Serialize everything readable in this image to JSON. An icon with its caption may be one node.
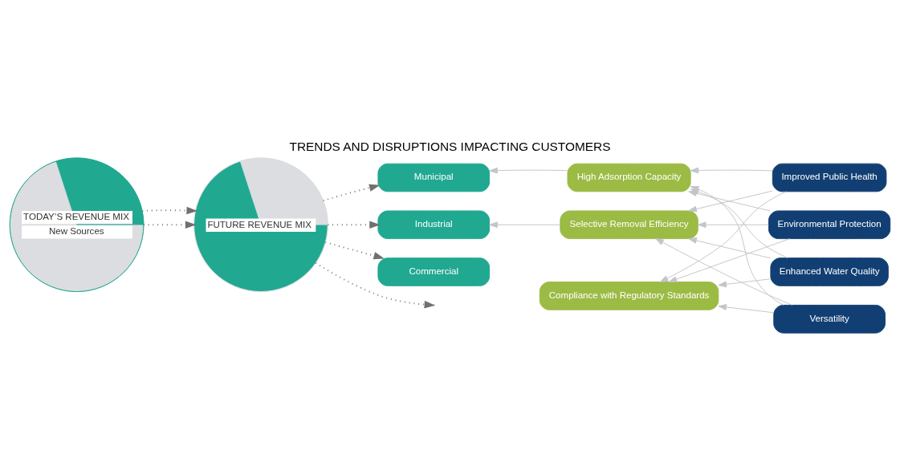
{
  "diagram": {
    "title": "TRENDS AND DISRUPTIONS IMPACTING CUSTOMERS",
    "nodes": [
      {
        "text": [
          "TODAY’S REVENUE MIX",
          "New Sources"
        ]
      },
      {
        "text": [
          "FUTURE REVENUE MIX"
        ]
      },
      {
        "text": [
          "Municipal"
        ]
      },
      {
        "text": [
          "Industrial"
        ]
      },
      {
        "text": [
          "Commercial"
        ]
      },
      {
        "text": [
          "High Adsorption Capacity"
        ]
      },
      {
        "text": [
          "Selective Removal Efficiency"
        ]
      },
      {
        "text": [
          "Compliance with Regulatory Standards"
        ]
      },
      {
        "text": [
          "Improved Public Health"
        ]
      },
      {
        "text": [
          "Environmental Protection"
        ]
      },
      {
        "text": [
          "Enhanced Water Quality"
        ]
      },
      {
        "text": [
          "Versatility"
        ]
      }
    ],
    "edges": [
      {
        "from": 0,
        "to": 1,
        "arrow": "to",
        "style": "dashed",
        "color": "#707070"
      },
      {
        "from": 0,
        "to": 1,
        "arrow": "to",
        "style": "dashed",
        "color": "#707070"
      },
      {
        "from": 1,
        "to": 2,
        "arrow": "to",
        "style": "dashed",
        "color": "#707070"
      },
      {
        "from": 1,
        "to": 3,
        "arrow": "to",
        "style": "dashed",
        "color": "#707070"
      },
      {
        "from": 1,
        "to": 4,
        "arrow": "to",
        "style": "dashed",
        "color": "#707070"
      },
      {
        "from": 1,
        "to": null,
        "arrow": "to",
        "style": "dashed",
        "color": "#707070"
      },
      {
        "from": 5,
        "to": 2,
        "arrow": "to"
      },
      {
        "from": 6,
        "to": 3,
        "arrow": "to"
      },
      {
        "from": 8,
        "to": 5,
        "arrow": "to"
      },
      {
        "from": 8,
        "to": 6,
        "arrow": "to"
      },
      {
        "from": 8,
        "to": 7,
        "arrow": "to"
      },
      {
        "from": 9,
        "to": 5,
        "arrow": "to"
      },
      {
        "from": 9,
        "to": 6,
        "arrow": "to"
      },
      {
        "from": 9,
        "to": 7,
        "arrow": "to"
      },
      {
        "from": 10,
        "to": 5,
        "arrow": "to"
      },
      {
        "from": 10,
        "to": 6,
        "arrow": "to"
      },
      {
        "from": 10,
        "to": 7,
        "arrow": "to"
      },
      {
        "from": 11,
        "to": 5,
        "arrow": "to"
      },
      {
        "from": 11,
        "to": 6,
        "arrow": "to"
      },
      {
        "from": 11,
        "to": 7,
        "arrow": "to"
      }
    ]
  }
}
